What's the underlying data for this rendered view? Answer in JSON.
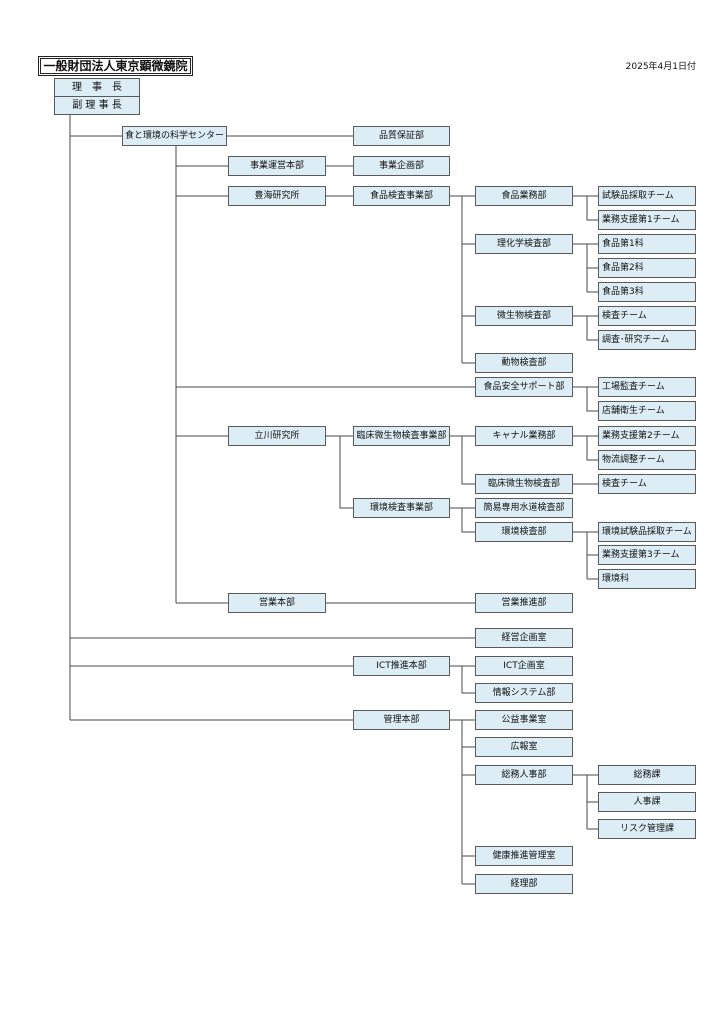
{
  "header": {
    "organization_name": "一般財団法人東京顕微鏡院",
    "effective_date": "2025年4月1日付"
  },
  "executives": {
    "chairman": "理　事　長",
    "vice_chairman": "副 理 事 長"
  },
  "science_center": {
    "label": "食と環境の科学センター",
    "quality_assurance": "品質保証部",
    "business_operations_hq": {
      "label": "事業運営本部",
      "business_planning": "事業企画部"
    },
    "toyomi_lab": {
      "label": "豊海研究所",
      "food_inspection_division": {
        "label": "食品検査事業部",
        "departments": [
          {
            "label": "食品業務部",
            "teams": [
              "試験品採取チーム",
              "業務支援第1チーム"
            ]
          },
          {
            "label": "理化学検査部",
            "teams": [
              "食品第1科",
              "食品第2科",
              "食品第3科"
            ]
          },
          {
            "label": "微生物検査部",
            "teams": [
              "検査チーム",
              "調査･研究チーム"
            ]
          },
          {
            "label": "動物検査部"
          }
        ]
      }
    },
    "food_safety_support": {
      "label": "食品安全サポート部",
      "teams": [
        "工場監査チーム",
        "店舗衛生チーム"
      ]
    },
    "tachikawa_lab": {
      "label": "立川研究所",
      "clinical_microbiology_division": {
        "label": "臨床微生物検査事業部",
        "departments": [
          {
            "label": "キャナル業務部",
            "teams": [
              "業務支援第2チーム",
              "物流調整チーム"
            ]
          },
          {
            "label": "臨床微生物検査部",
            "teams": [
              "検査チーム"
            ]
          }
        ]
      },
      "environmental_inspection_division": {
        "label": "環境検査事業部",
        "departments": [
          {
            "label": "簡易専用水道検査部"
          },
          {
            "label": "環境検査部",
            "teams": [
              "環境試験品採取チーム",
              "業務支援第3チーム",
              "環境科"
            ]
          }
        ]
      }
    },
    "sales_hq": {
      "label": "営業本部",
      "sales_promotion": "営業推進部"
    }
  },
  "management_planning": "経営企画室",
  "ict_hq": {
    "label": "ICT推進本部",
    "departments": [
      "ICT企画室",
      "情報システム部"
    ]
  },
  "administration_hq": {
    "label": "管理本部",
    "departments": [
      {
        "label": "公益事業室"
      },
      {
        "label": "広報室"
      },
      {
        "label": "総務人事部",
        "sections": [
          "総務課",
          "人事課",
          "リスク管理課"
        ]
      },
      {
        "label": "健康推進管理室"
      },
      {
        "label": "経理部"
      }
    ]
  }
}
